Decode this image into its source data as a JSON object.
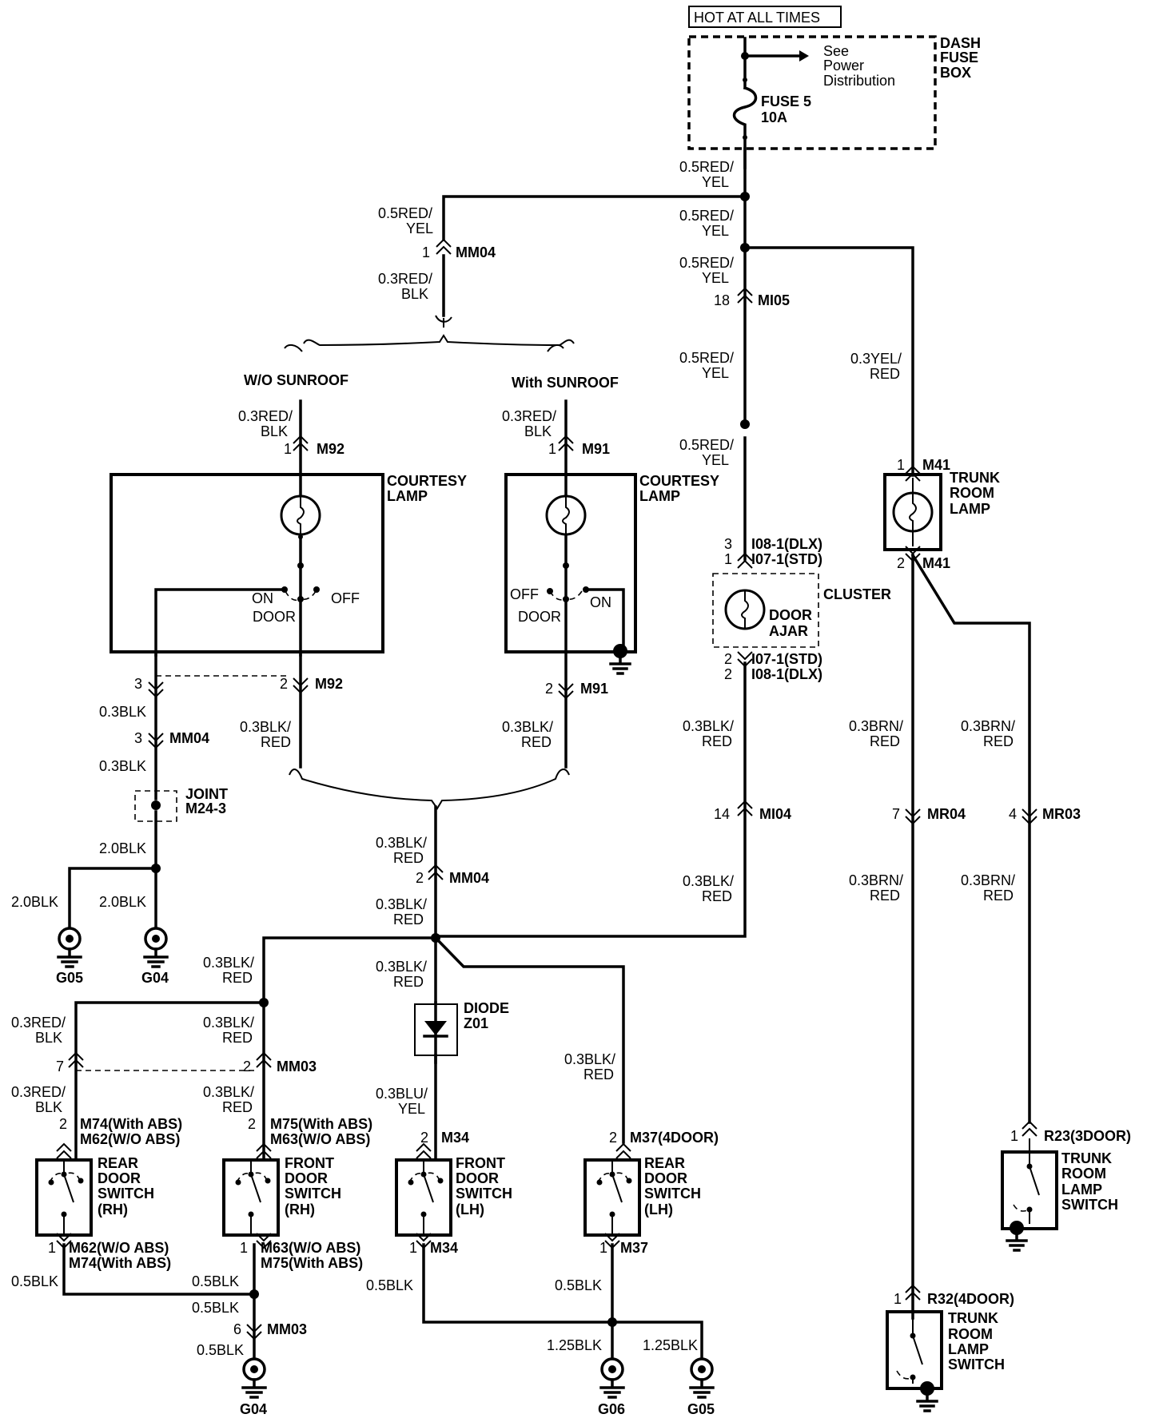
{
  "header": {
    "hot": "HOT AT ALL TIMES"
  },
  "fusebox": {
    "dash1": "DASH",
    "dash2": "FUSE",
    "dash3": "BOX",
    "fuse1": "FUSE 5",
    "fuse2": "10A",
    "see1": "See",
    "see2": "Power",
    "see3": "Distribution"
  },
  "w": {
    "redyel1": "0.5RED/",
    "redyel2": "YEL",
    "redblk1": "0.3RED/",
    "redblk2": "BLK",
    "yelred1": "0.3YEL/",
    "yelred2": "RED",
    "blkred1": "0.3BLK/",
    "blkred2": "RED",
    "brnred1": "0.3BRN/",
    "brnred2": "RED",
    "blured1": "0.3BLU/",
    "blured2": "YEL",
    "blk03": "0.3BLK",
    "blk20": "2.0BLK",
    "blk05": "0.5BLK",
    "blk125": "1.25BLK"
  },
  "conn": {
    "mm04": "MM04",
    "mi05": "MI05",
    "mi04": "MI04",
    "m92": "M92",
    "m91": "M91",
    "m41": "M41",
    "i08dlx": "I08-1(DLX)",
    "i07std": "I07-1(STD)",
    "mr04": "MR04",
    "mr03": "MR03",
    "mm03": "MM03",
    "m74abs": "M74(With ABS)",
    "m62wo": "M62(W/O ABS)",
    "m75abs": "M75(With ABS)",
    "m63wo": "M63(W/O ABS)",
    "m34": "M34",
    "m37_4d": "M37(4DOOR)",
    "m37": "M37",
    "r23": "R23(3DOOR)",
    "r32": "R32(4DOOR)"
  },
  "pins": {
    "p1": "1",
    "p2": "2",
    "p3": "3",
    "p4": "4",
    "p6": "6",
    "p7": "7",
    "p14": "14",
    "p18": "18"
  },
  "labels": {
    "wo_sunroof": "W/O SUNROOF",
    "with_sunroof": "With SUNROOF",
    "courtesy1": "COURTESY",
    "courtesy2": "LAMP",
    "on": "ON",
    "off": "OFF",
    "door": "DOOR",
    "cluster": "CLUSTER",
    "door_ajar1": "DOOR",
    "door_ajar2": "AJAR",
    "trunk1": "TRUNK",
    "trunk2": "ROOM",
    "trunk3": "LAMP",
    "trunk4": "SWITCH",
    "joint1": "JOINT",
    "joint2": "M24-3",
    "diode1": "DIODE",
    "diode2": "Z01",
    "rear": "REAR",
    "front": "FRONT",
    "doorw": "DOOR",
    "switchw": "SWITCH",
    "rh": "(RH)",
    "lh": "(LH)"
  },
  "grounds": {
    "g04": "G04",
    "g05": "G05",
    "g06": "G06"
  }
}
